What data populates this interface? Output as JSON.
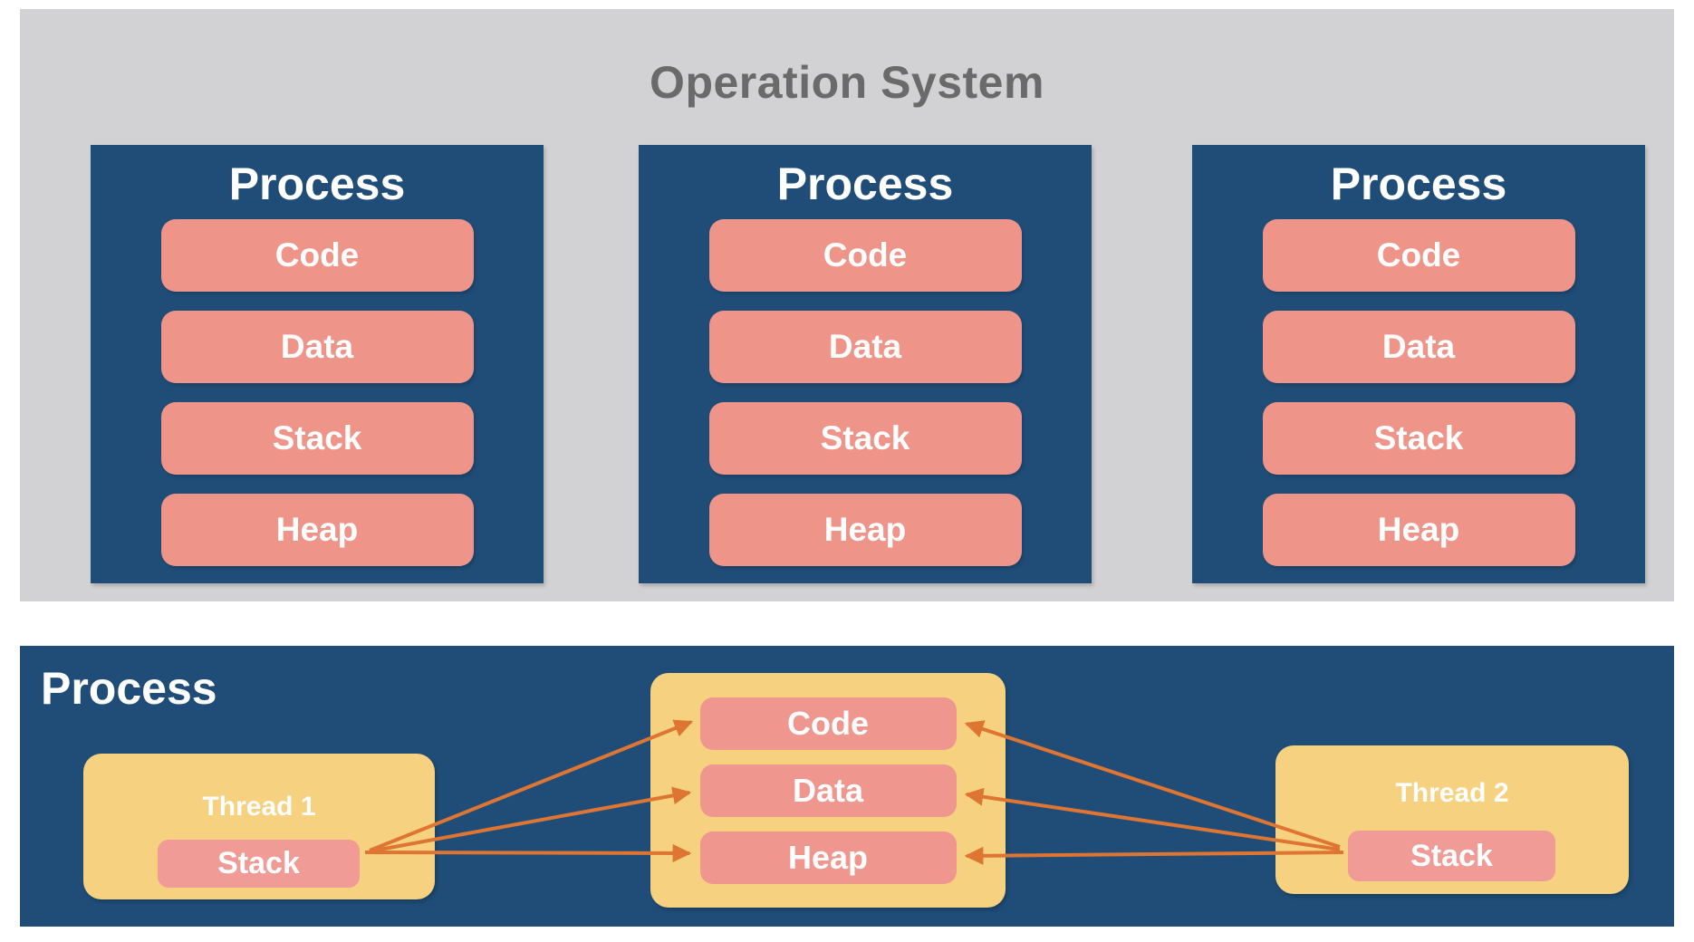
{
  "os": {
    "title": "Operation System",
    "processes": [
      {
        "title": "Process",
        "segments": [
          "Code",
          "Data",
          "Stack",
          "Heap"
        ]
      },
      {
        "title": "Process",
        "segments": [
          "Code",
          "Data",
          "Stack",
          "Heap"
        ]
      },
      {
        "title": "Process",
        "segments": [
          "Code",
          "Data",
          "Stack",
          "Heap"
        ]
      }
    ]
  },
  "process": {
    "title": "Process",
    "thread1": {
      "title": "Thread 1",
      "segment": "Stack"
    },
    "thread2": {
      "title": "Thread 2",
      "segment": "Stack"
    },
    "shared": {
      "segments": [
        "Code",
        "Data",
        "Heap"
      ]
    }
  },
  "colors": {
    "background_gray": "#D2D2D4",
    "title_gray": "#6A6A6A",
    "dark_blue": "#1F4D78",
    "salmon": "#EF9488",
    "salmon_soft": "#F09B96",
    "yellow": "#F6D280",
    "arrow_orange": "#DE7533",
    "text_white": "#FFFFFF"
  }
}
